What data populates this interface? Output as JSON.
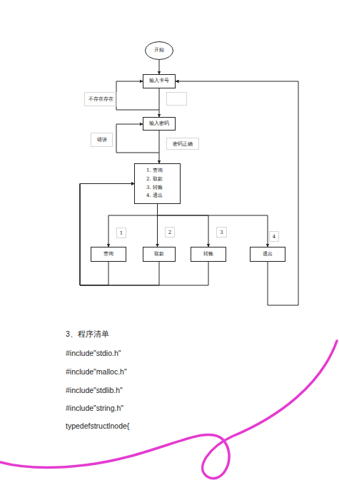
{
  "diagram": {
    "nodes": [
      {
        "text": [
          "开始"
        ]
      },
      {
        "text": [
          "输入卡号"
        ]
      },
      {
        "text": [
          "输入密码"
        ]
      },
      {
        "text": [
          "1. 查询",
          "2. 取款",
          "3. 转账",
          "4. 退出"
        ]
      },
      {
        "text": [
          "查询"
        ]
      },
      {
        "text": [
          "取款"
        ]
      },
      {
        "text": [
          "转账"
        ]
      },
      {
        "text": [
          "退出"
        ]
      }
    ],
    "edges": [
      {
        "from": 0,
        "to": 1,
        "arrow": "to"
      },
      {
        "from": 1,
        "to": 2,
        "arrow": "to"
      },
      {
        "from": 2,
        "to": 3,
        "arrow": "to"
      },
      {
        "from": 3,
        "to": 4,
        "arrow": "to"
      },
      {
        "from": 3,
        "to": 5,
        "arrow": "to"
      },
      {
        "from": 3,
        "to": 6,
        "arrow": "to"
      },
      {
        "from": 3,
        "to": 7,
        "arrow": "to"
      },
      {
        "from": 4,
        "to": 3,
        "arrow": "to"
      },
      {
        "from": 5,
        "to": 3,
        "arrow": "to"
      },
      {
        "from": 6,
        "to": 3,
        "arrow": "to"
      },
      {
        "from": 7,
        "to": 1,
        "arrow": "to"
      }
    ],
    "labels": [
      "不存在存在",
      "错误",
      "密码正确",
      "1",
      "2",
      "3",
      "4",
      "3、程序清单",
      "#include\"stdio.h\"",
      "#include\"malloc.h\"",
      "#include\"stdlib.h\"",
      "#include\"string.h\"",
      "typedefstructlnode{"
    ]
  }
}
